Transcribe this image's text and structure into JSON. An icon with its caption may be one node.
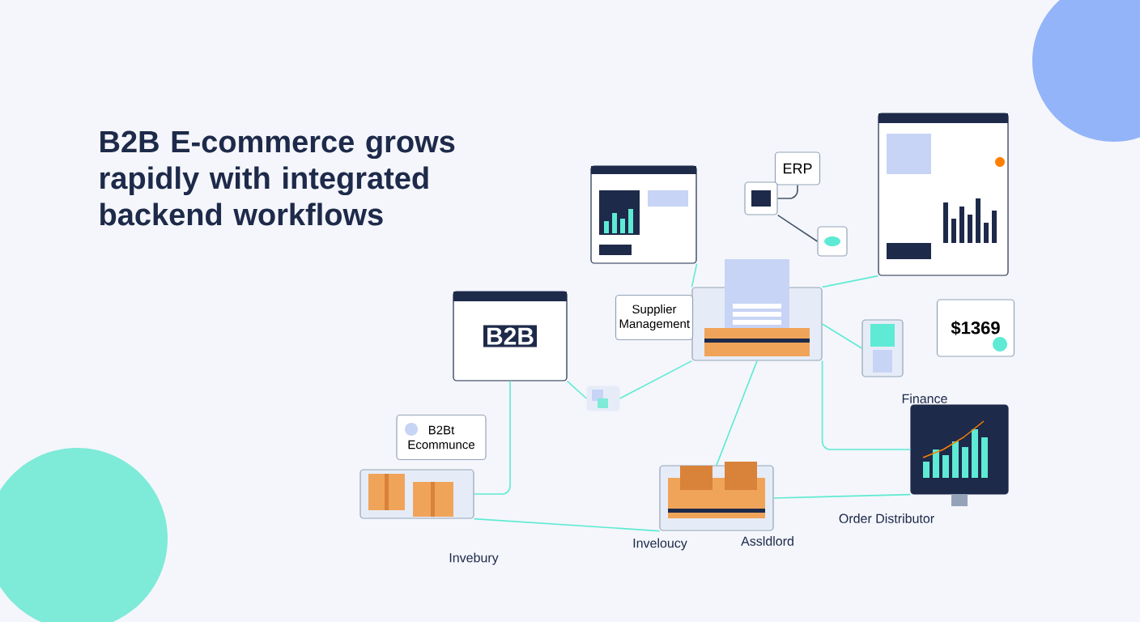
{
  "diagram": {
    "title": "B2B E-commerce grows rapidly with integrated backend workflows",
    "nodes": [
      {
        "text": [
          "B2B"
        ]
      },
      {
        "text": [
          "B2Bt Ecommunce"
        ]
      },
      {
        "text": [],
        "shape": "picture",
        "beside": [
          "Invebury"
        ]
      },
      {
        "text": [],
        "shape": "picture"
      },
      {
        "text": [],
        "shape": "picture"
      },
      {
        "text": [
          "ERP"
        ]
      },
      {
        "text": [],
        "shape": "picture"
      },
      {
        "text": [],
        "shape": "picture"
      },
      {
        "text": [],
        "shape": "picture"
      },
      {
        "text": [
          "Supplier Management"
        ]
      },
      {
        "text": [],
        "shape": "picture"
      },
      {
        "text": [
          "$1369"
        ]
      },
      {
        "text": [],
        "shape": "picture",
        "beside": [
          "Order Distributor"
        ]
      },
      {
        "text": [],
        "shape": "picture",
        "beside": [
          "Inveloucy",
          "Assldlord"
        ]
      },
      {
        "text": [],
        "shape": "picture"
      }
    ],
    "edges": [
      {
        "from": 0,
        "to": 2,
        "arrow": "none"
      },
      {
        "from": 2,
        "to": 13,
        "arrow": "none"
      },
      {
        "from": 4,
        "to": 3,
        "arrow": "none"
      },
      {
        "from": 8,
        "to": 3,
        "arrow": "none"
      },
      {
        "from": 3,
        "to": 10,
        "arrow": "none"
      },
      {
        "from": 3,
        "to": 12,
        "arrow": "none"
      },
      {
        "from": 3,
        "to": 13,
        "arrow": "none"
      },
      {
        "from": 13,
        "to": 12,
        "arrow": "none"
      },
      {
        "from": 6,
        "to": 5,
        "arrow": "none",
        "color": "#475569"
      },
      {
        "from": 6,
        "to": 7,
        "arrow": "none",
        "color": "#475569"
      },
      {
        "from": 0,
        "to": 14,
        "arrow": "none"
      },
      {
        "from": 14,
        "to": 3,
        "arrow": "none"
      }
    ],
    "labels": [
      "Finance"
    ]
  }
}
